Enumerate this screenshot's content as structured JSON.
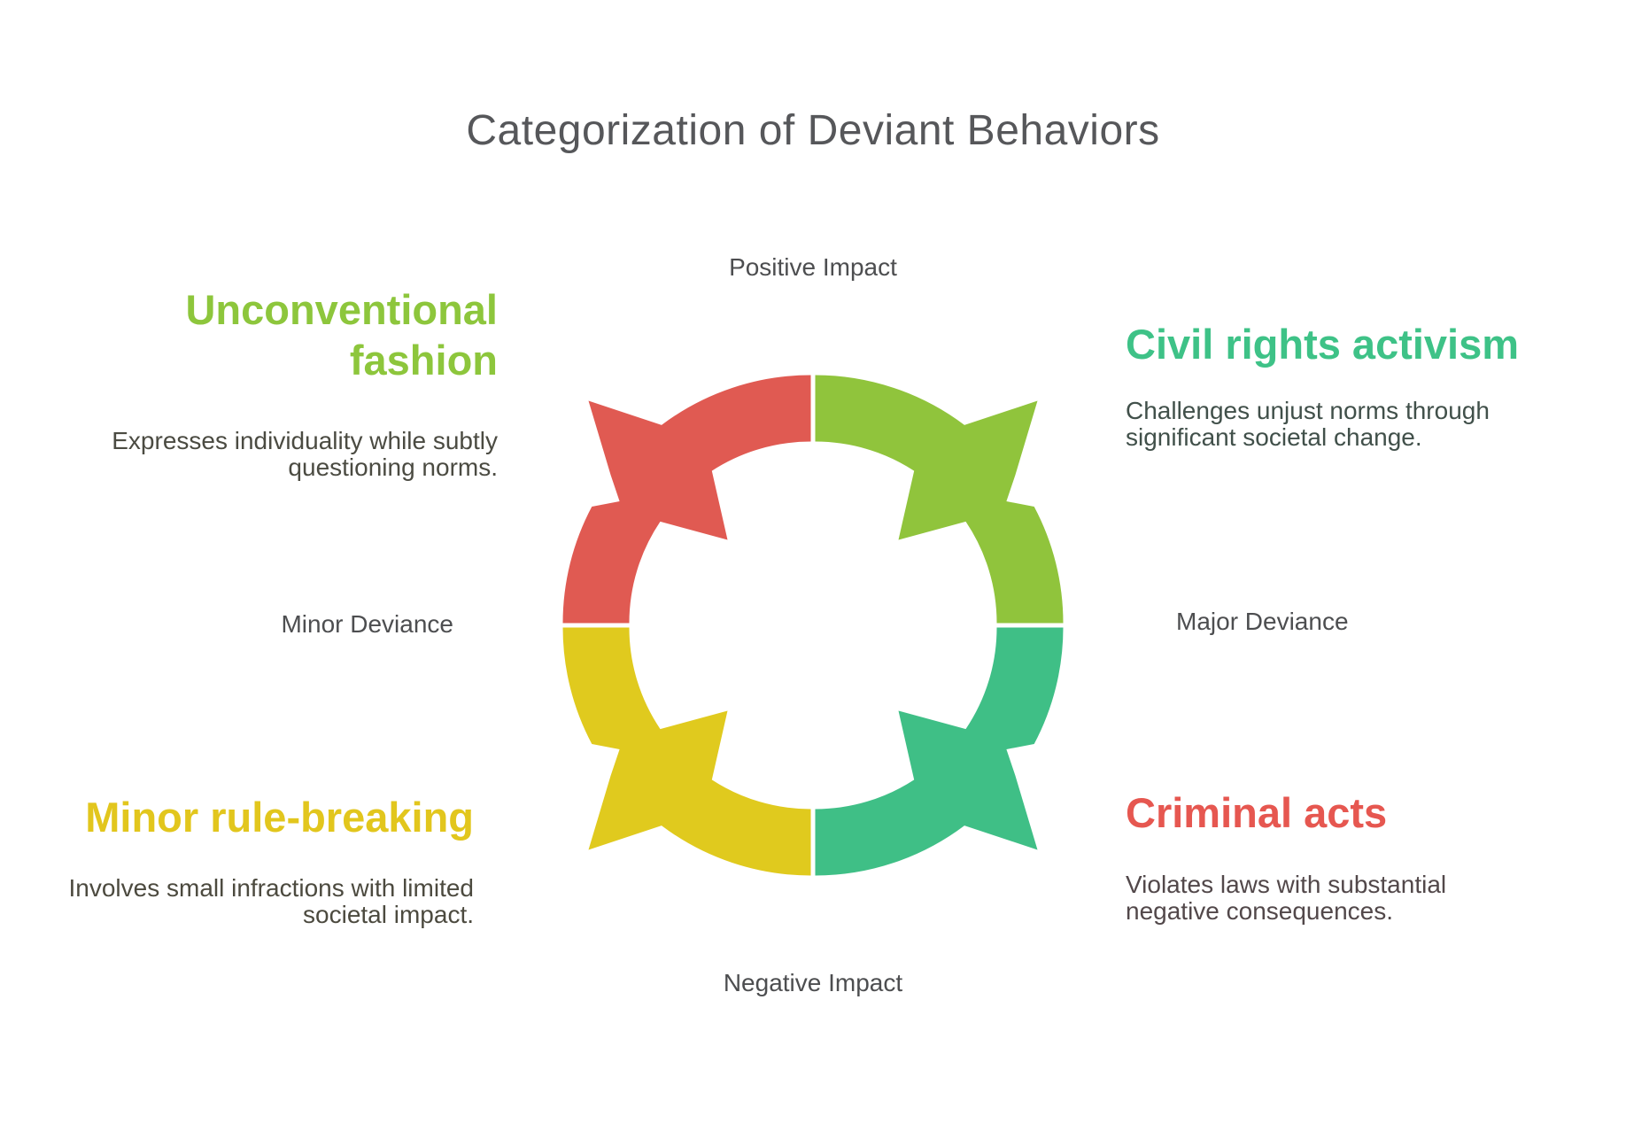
{
  "title": "Categorization of Deviant Behaviors",
  "axis_labels": {
    "top": "Positive Impact",
    "bottom": "Negative Impact",
    "left": "Minor Deviance",
    "right": "Major Deviance"
  },
  "quadrants": {
    "top_left": {
      "heading_lines": [
        "Unconventional",
        "fashion"
      ],
      "heading_color": "#8DC63C",
      "body_lines": [
        "Expresses individuality while subtly",
        "questioning norms."
      ],
      "body_color": "#4B4B42",
      "arc_color": "#E05A52"
    },
    "top_right": {
      "heading_lines": [
        "Civil rights activism"
      ],
      "heading_color": "#3EC287",
      "body_lines": [
        "Challenges unjust norms through",
        "significant societal change."
      ],
      "body_color": "#41504A",
      "arc_color": "#90C43C"
    },
    "bottom_left": {
      "heading_lines": [
        "Minor rule-breaking"
      ],
      "heading_color": "#E2C61D",
      "body_lines": [
        "Involves small infractions with limited",
        "societal impact."
      ],
      "body_color": "#4C4A3F",
      "arc_color": "#E0CA1E"
    },
    "bottom_right": {
      "heading_lines": [
        "Criminal acts"
      ],
      "heading_color": "#E65750",
      "body_lines": [
        "Violates laws with substantial",
        "negative consequences."
      ],
      "body_color": "#52484A",
      "arc_color": "#3FBF86"
    }
  },
  "colors": {
    "title": "#56575A",
    "axis_label": "#4D4E50",
    "background": "#FFFFFF"
  }
}
